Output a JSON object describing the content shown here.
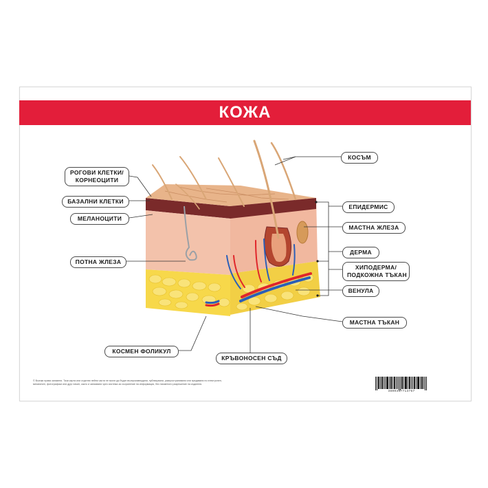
{
  "title": "КОЖА",
  "colors": {
    "banner": "#e31e3a",
    "epidermis": "#e8b48a",
    "dermis": "#f3c2ab",
    "basal_layer": "#7a2a2a",
    "fat": "#f7d84a",
    "artery": "#e0262b",
    "vein": "#2b5fb8",
    "hair": "#d9a676"
  },
  "labels": {
    "left": {
      "rogovi": [
        "РОГОВИ КЛЕТКИ/",
        "КОРНЕОЦИТИ"
      ],
      "bazalni": "БАЗАЛНИ КЛЕТКИ",
      "melanociti": "МЕЛАНОЦИТИ",
      "potna": "ПОТНА ЖЛЕЗА",
      "kosmen": "КОСМЕН ФОЛИКУЛ"
    },
    "right": {
      "kosam": "КОСЪМ",
      "epidermis": "ЕПИДЕРМИС",
      "mastna_zhleza": "МАСТНА ЖЛЕЗА",
      "derma": "ДЕРМА",
      "hipoderma": [
        "ХИПОДЕРМА/",
        "ПОДКОЖНА ТЪКАН"
      ],
      "venula": "ВЕНУЛА",
      "mastna_tukan": "МАСТНА ТЪКАН"
    },
    "bottom": {
      "kruvonosen": "КРЪВОНОСЕН СЪД"
    }
  },
  "footer": "© Всички права запазени. Тази карта или отделни нейни части не могат да бъдат възпроизвеждани, публикувани, разпространявани или предавани по електронен, механичен, фотографски или друг начин, както и записвани чрез система за съхранение на информация, без писменото разрешение на издателя.",
  "barcode_number": "3800357713767"
}
